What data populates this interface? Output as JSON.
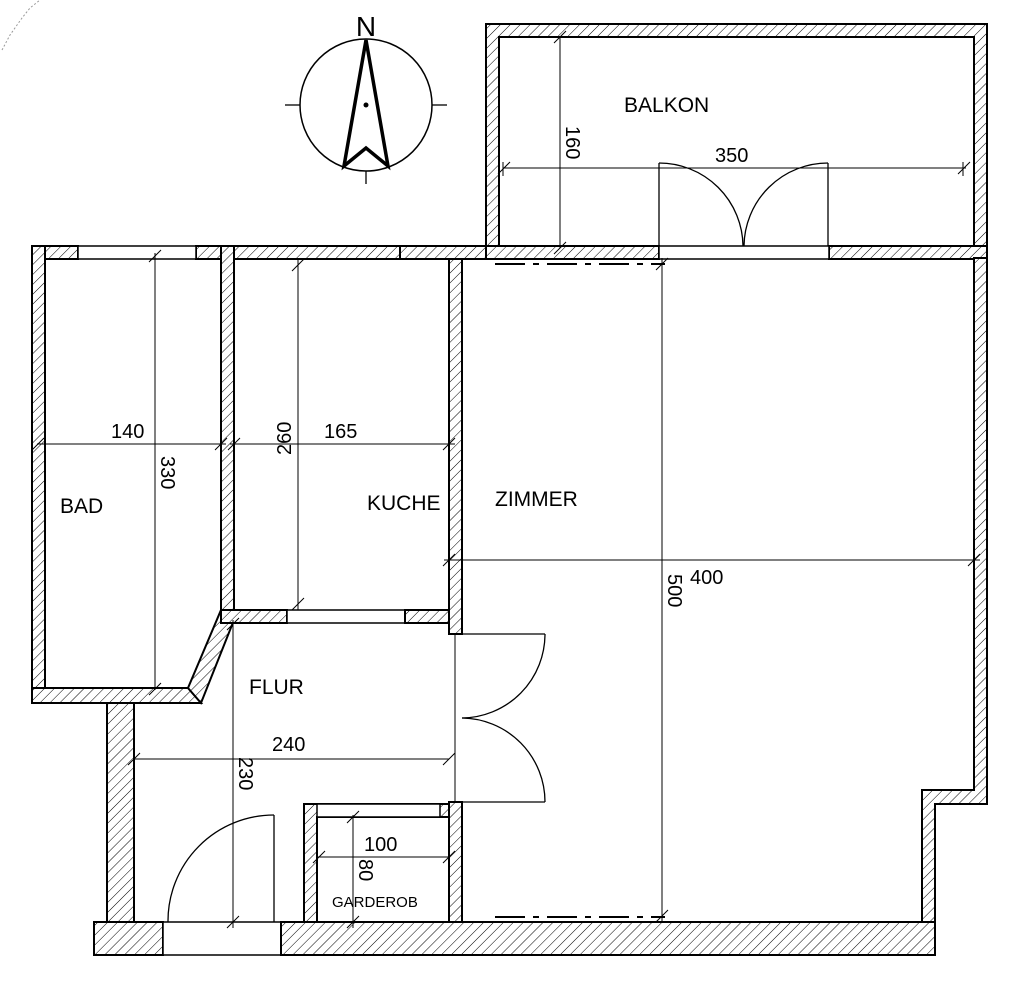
{
  "compass": {
    "label": "N"
  },
  "rooms": {
    "balkon": "BALKON",
    "bad": "BAD",
    "kuche": "KUCHE",
    "zimmer": "ZIMMER",
    "flur": "FLUR",
    "garderob": "GARDEROB"
  },
  "dimensions": {
    "balkon_depth": "160",
    "balkon_width": "350",
    "bad_width": "140",
    "bad_depth": "330",
    "kuche_depth": "260",
    "kuche_width": "165",
    "zimmer_width": "400",
    "zimmer_depth": "500",
    "flur_width": "240",
    "flur_depth": "230",
    "garderob_width": "100",
    "garderob_depth": "80"
  }
}
